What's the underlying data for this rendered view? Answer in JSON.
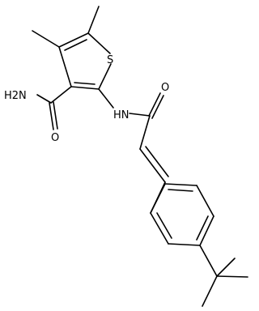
{
  "molecule": {
    "atom_labels": {
      "s1": "S",
      "nh2": "H2N",
      "o_amide": "O",
      "nh": "HN",
      "o_acyl": "O"
    }
  }
}
